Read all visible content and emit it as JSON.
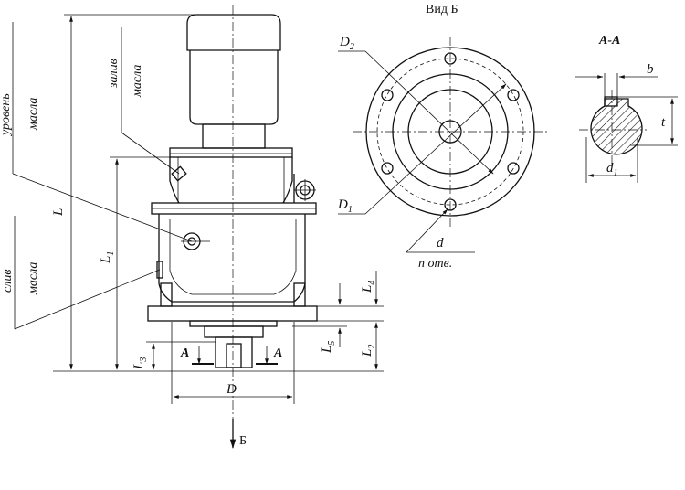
{
  "labels": {
    "oil_level": [
      "уровень",
      "масла"
    ],
    "oil_fill": [
      "залив",
      "масла"
    ],
    "oil_drain": [
      "слив",
      "масла"
    ],
    "view_b_title": "Вид Б",
    "view_b_arrow": "Б",
    "section_title": "А-А",
    "section_arrow_left": "А",
    "section_arrow_right": "А"
  },
  "dimensions": {
    "L": "L",
    "L1": {
      "main": "L",
      "sub": "1"
    },
    "L2": {
      "main": "L",
      "sub": "2"
    },
    "L3": {
      "main": "L",
      "sub": "3"
    },
    "L4": {
      "main": "L",
      "sub": "4"
    },
    "L5": {
      "main": "L",
      "sub": "5"
    },
    "D": "D",
    "D1": {
      "main": "D",
      "sub": "1"
    },
    "D2": {
      "main": "D",
      "sub": "2"
    },
    "d": "d",
    "holes": "n отв.",
    "b": "b",
    "t": "t",
    "d1": {
      "main": "d",
      "sub": "1"
    }
  },
  "colors": {
    "line": "#111111",
    "background": "#ffffff"
  }
}
